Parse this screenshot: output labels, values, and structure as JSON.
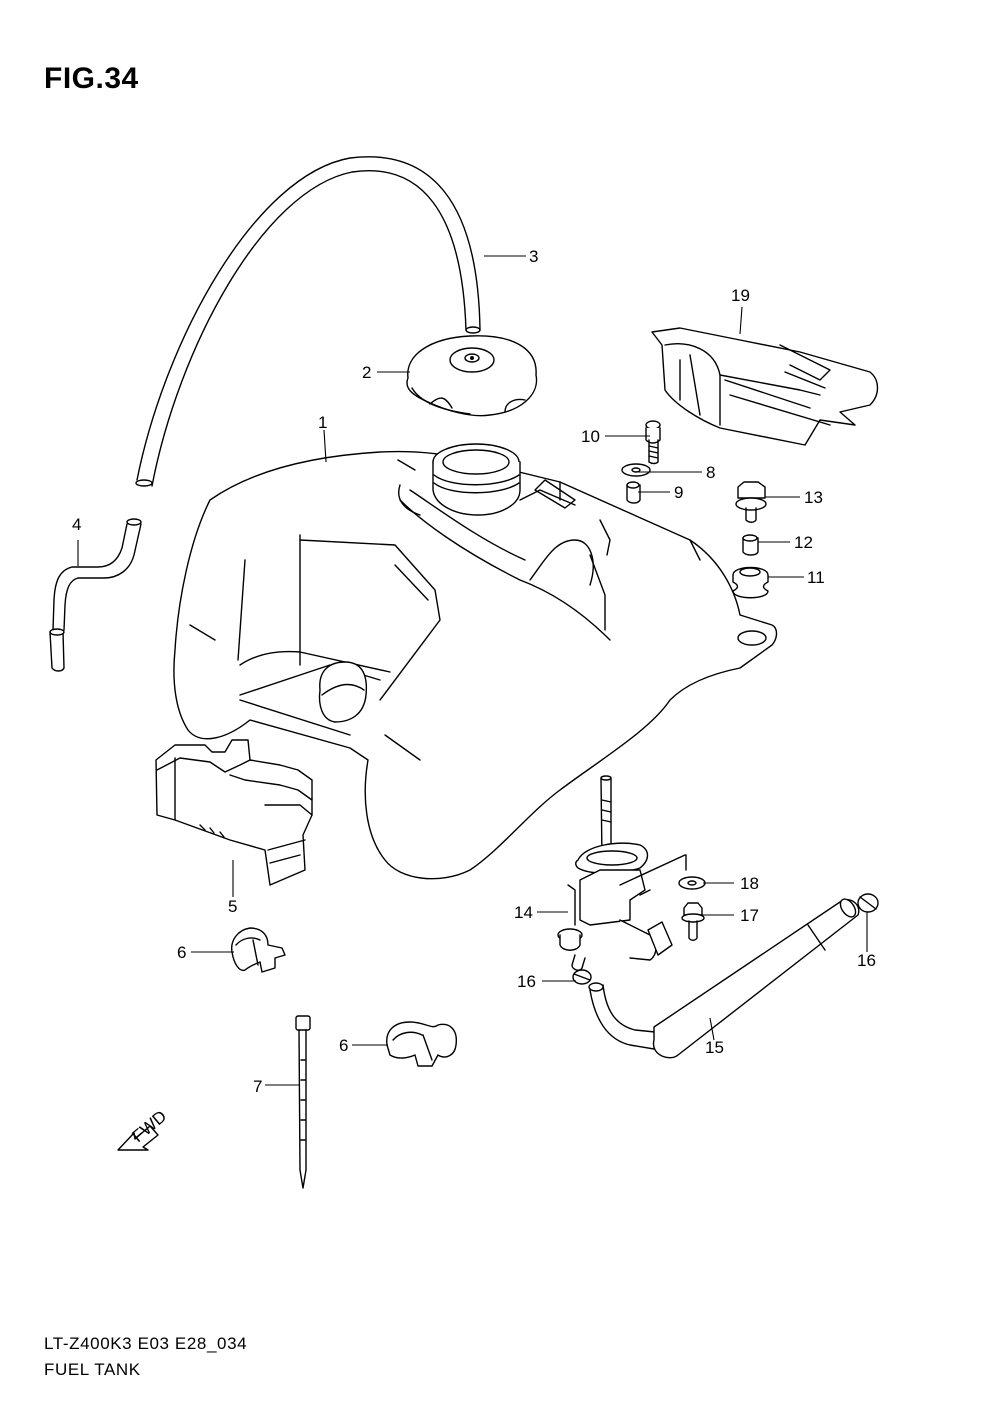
{
  "figure": {
    "title": "FIG.34"
  },
  "footer": {
    "model_code": "LT-Z400K3 E03 E28_034",
    "name": "FUEL TANK"
  },
  "fwd_arrow": {
    "label": "FWD"
  },
  "callouts": [
    "1",
    "2",
    "3",
    "4",
    "5",
    "6",
    "6",
    "7",
    "8",
    "9",
    "10",
    "11",
    "12",
    "13",
    "14",
    "15",
    "16",
    "16",
    "17",
    "18",
    "19"
  ]
}
